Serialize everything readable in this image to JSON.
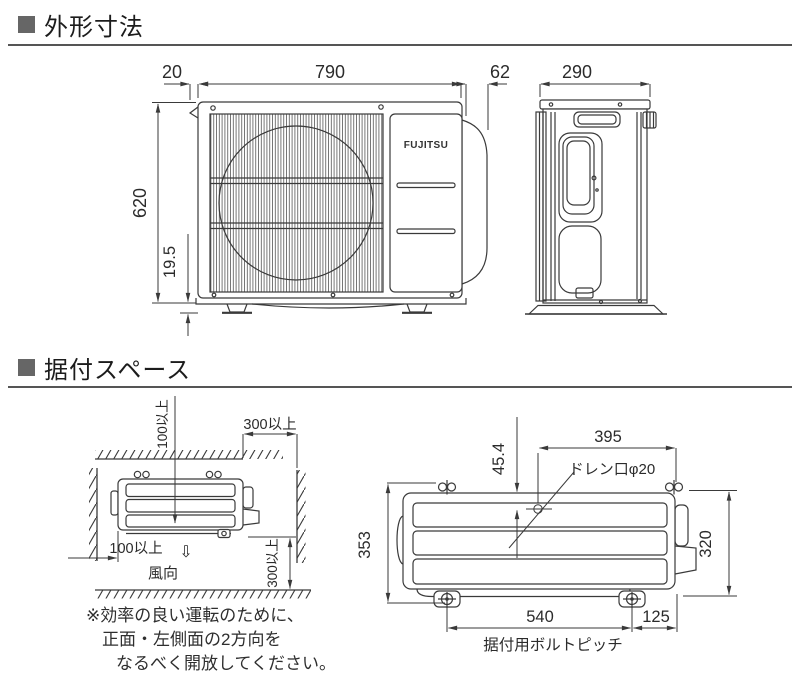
{
  "section1": {
    "title": "外形寸法",
    "brand_logo": "FUJITSU",
    "dims": {
      "top_left_offset": "20",
      "unit_width": "790",
      "side_gap": "62",
      "unit_depth": "290",
      "unit_height": "620",
      "foot_height": "19.5"
    }
  },
  "section2": {
    "title": "据付スペース",
    "clearances": {
      "top": "100以上",
      "top_right": "300以上",
      "left": "100以上",
      "bottom_right": "300以上"
    },
    "wind": {
      "arrow": "⇩",
      "label": "風向"
    },
    "plan": {
      "drain_offset_y": "45.4",
      "drain_offset_x": "395",
      "drain_label": "ドレン口φ20",
      "overall_depth": "353",
      "body_depth": "320",
      "bolt_pitch_x": "540",
      "bolt_edge_offset": "125",
      "bolt_pitch_label": "据付用ボルトピッチ"
    },
    "note": {
      "line1": "※効率の良い運転のために、",
      "line2": "正面・左側面の2方向を",
      "line3": "なるべく開放してください。"
    }
  }
}
